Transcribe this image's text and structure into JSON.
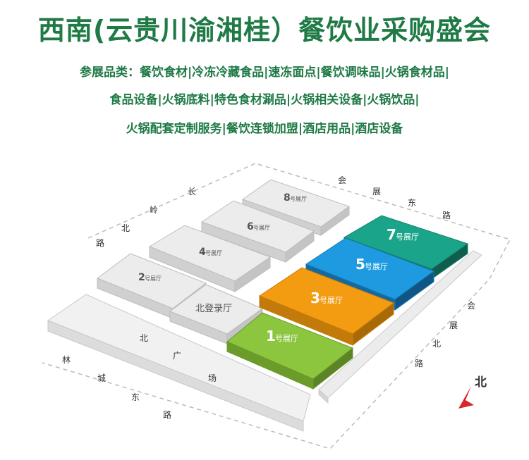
{
  "title": "西南(云贵川渝湘桂）餐饮业采购盛会",
  "categories": {
    "line1": "参展品类：餐饮食材|冷冻冷藏食品|速冻面点|餐饮调味品|火锅食材品|",
    "line2": "食品设备|火锅底料|特色食材涮品|火锅相关设备|火锅饮品|",
    "line3": "火锅配套定制服务|餐饮连锁加盟|酒店用品|酒店设备"
  },
  "roads": {
    "north_west": [
      "长",
      "岭",
      "北",
      "路"
    ],
    "north_east": [
      "会",
      "展",
      "东",
      "路"
    ],
    "east": [
      "会",
      "展",
      "北",
      "路"
    ],
    "south_west": [
      "林",
      "城",
      "东",
      "路"
    ],
    "square": [
      "北",
      "广",
      "场"
    ]
  },
  "halls": {
    "h1": {
      "num": "1",
      "label": "号展厅",
      "color": "#8cc63f"
    },
    "h2": {
      "num": "2",
      "label": "号展厅",
      "color": "#ececec"
    },
    "h3": {
      "num": "3",
      "label": "号展厅",
      "color": "#f39c12"
    },
    "h4": {
      "num": "4",
      "label": "号展厅",
      "color": "#ececec"
    },
    "h5": {
      "num": "5",
      "label": "号展厅",
      "color": "#1e9be0"
    },
    "h6": {
      "num": "6",
      "label": "号展厅",
      "color": "#ececec"
    },
    "h7": {
      "num": "7",
      "label": "号展厅",
      "color": "#1aa489"
    },
    "h8": {
      "num": "8",
      "label": "号展厅",
      "color": "#ececec"
    }
  },
  "registration_hall": "北登录厅",
  "compass": {
    "label": "北",
    "color": "#d8262c"
  },
  "colors": {
    "title": "#1f7a46"
  }
}
